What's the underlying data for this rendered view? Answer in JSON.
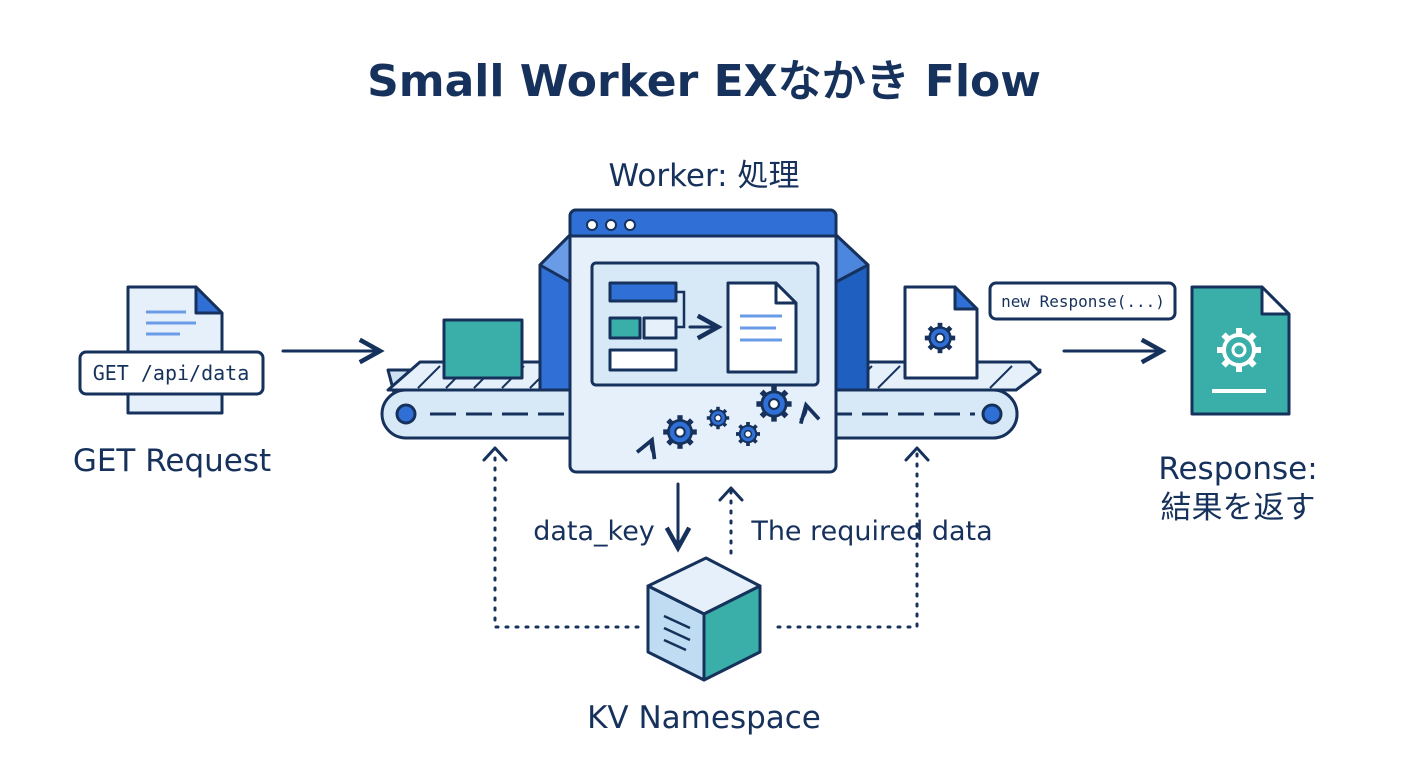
{
  "title": "Small Worker EXなかき Flow",
  "worker": {
    "label": "Worker: 処理"
  },
  "request": {
    "code": "GET /api/data",
    "label": "GET Request"
  },
  "response": {
    "code": "new Response(...)",
    "label_line1": "Response:",
    "label_line2": "結果を返す"
  },
  "kv": {
    "label": "KV Namespace",
    "key_label": "data_key",
    "data_label": "The required data"
  },
  "colors": {
    "navy": "#16325c",
    "blue": "#2f6fd6",
    "teal": "#3aaea8",
    "pale": "#e6f0fb",
    "belt": "#d7e9f7"
  }
}
